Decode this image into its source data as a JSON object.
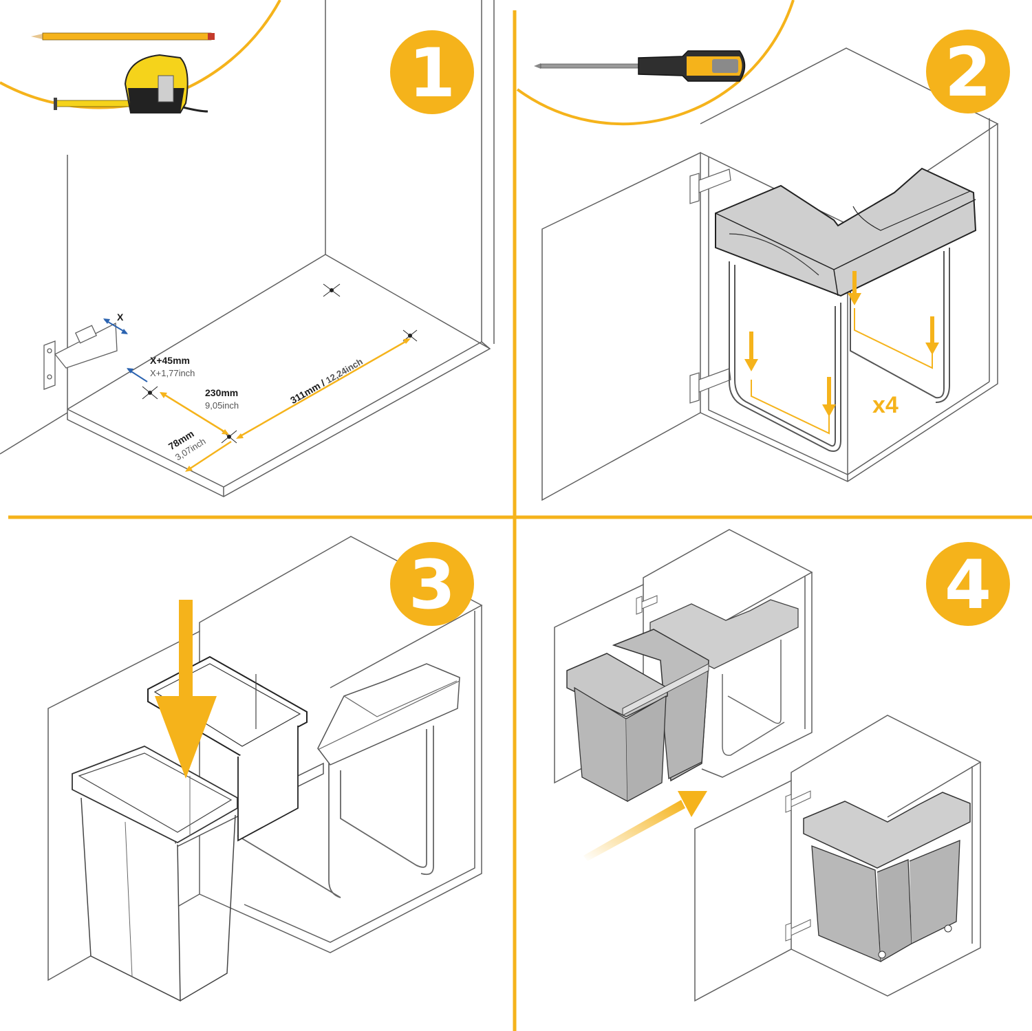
{
  "colors": {
    "accent": "#F5B31B",
    "line": "#5f5f5f",
    "blue": "#2b63b0",
    "bin_fill": "#b8b8b8",
    "lid_fill": "#cfcfcf"
  },
  "steps": [
    {
      "number": "1",
      "tools": [
        "pencil-icon",
        "tape-measure-icon"
      ]
    },
    {
      "number": "2",
      "tools": [
        "screwdriver-icon"
      ],
      "multiplier": "x4"
    },
    {
      "number": "3"
    },
    {
      "number": "4"
    }
  ],
  "measurements": {
    "hinge_offset": {
      "label": "X"
    },
    "offset": {
      "mm": "X+45mm",
      "inch": "X+1,77inch"
    },
    "depth": {
      "mm": "230mm",
      "inch": "9,05inch"
    },
    "front": {
      "mm": "78mm",
      "inch": "3,07inch"
    },
    "width": {
      "mm": "311mm",
      "separator": " / ",
      "inch": "12,24inch"
    }
  }
}
